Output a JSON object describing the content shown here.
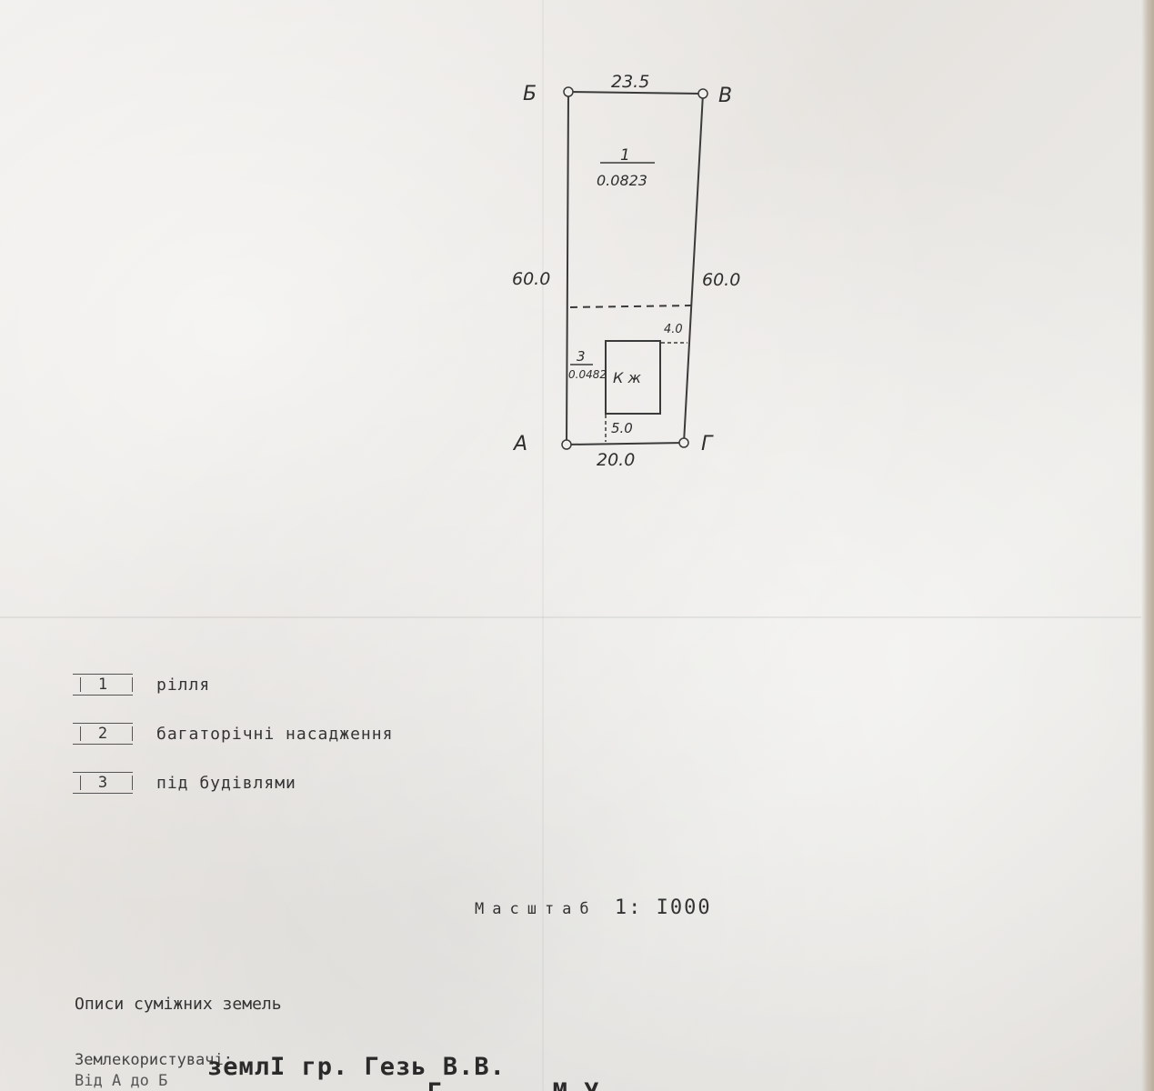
{
  "plan": {
    "vertices": {
      "a": "А",
      "b": "Б",
      "v": "В",
      "g": "Г"
    },
    "dimensions": {
      "top": "23.5",
      "left": "60.0",
      "right": "60.0",
      "bottom": "20.0",
      "building_offset_right": "4.0",
      "building_offset_bottom": "5.0"
    },
    "parcel_1": {
      "number": "1",
      "area": "0.0823"
    },
    "parcel_3": {
      "number": "3",
      "area": "0.0482"
    },
    "building_label": "К ж"
  },
  "legend": [
    {
      "code": "1",
      "label": "рілля"
    },
    {
      "code": "2",
      "label": "багаторічні насадження"
    },
    {
      "code": "3",
      "label": "під будівлями"
    }
  ],
  "scale": {
    "label": "Масштаб",
    "value": "1: I000"
  },
  "neighbors": {
    "title": "Описи суміжних земель",
    "users_label": "Землекористувачі:",
    "from_label": "Від А до Б",
    "line1": "землI гр. Гезь В.В.",
    "line2": "              Г       М.У."
  }
}
